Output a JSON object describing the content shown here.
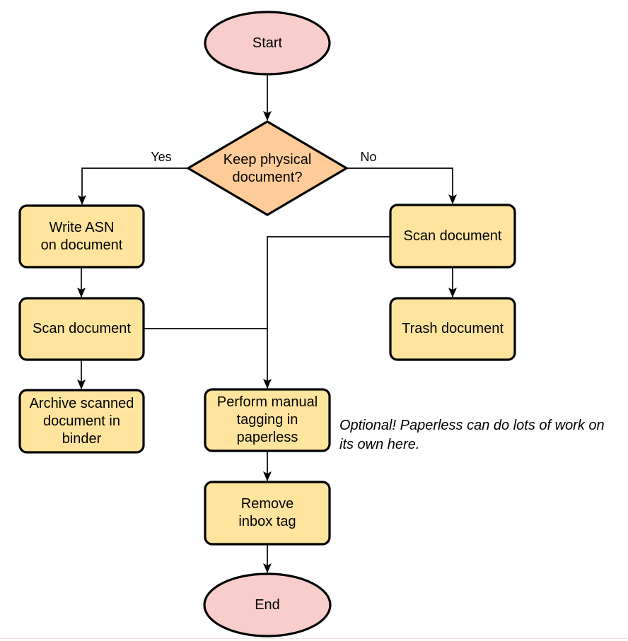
{
  "diagram": {
    "nodes": {
      "start": {
        "label": "Start",
        "shape": "terminator"
      },
      "decision": {
        "label": "Keep physical\ndocument?",
        "shape": "decision"
      },
      "write_asn": {
        "label": "Write ASN\non document",
        "shape": "process"
      },
      "scan_left": {
        "label": "Scan document",
        "shape": "process"
      },
      "archive": {
        "label": "Archive scanned\ndocument in\nbinder",
        "shape": "process"
      },
      "scan_right": {
        "label": "Scan document",
        "shape": "process"
      },
      "trash": {
        "label": "Trash document",
        "shape": "process"
      },
      "tagging": {
        "label": "Perform manual\ntagging in\npaperless",
        "shape": "process"
      },
      "remove_inbox": {
        "label": "Remove\ninbox tag",
        "shape": "process"
      },
      "end": {
        "label": "End",
        "shape": "terminator"
      }
    },
    "edge_labels": {
      "yes": "Yes",
      "no": "No"
    },
    "note": "Optional! Paperless can do lots of work on\nits own here.",
    "colors": {
      "terminator_fill": "#f8cecc",
      "decision_fill": "#ffcc99",
      "process_fill": "#ffe49e",
      "stroke": "#000000",
      "text": "#000000"
    }
  }
}
